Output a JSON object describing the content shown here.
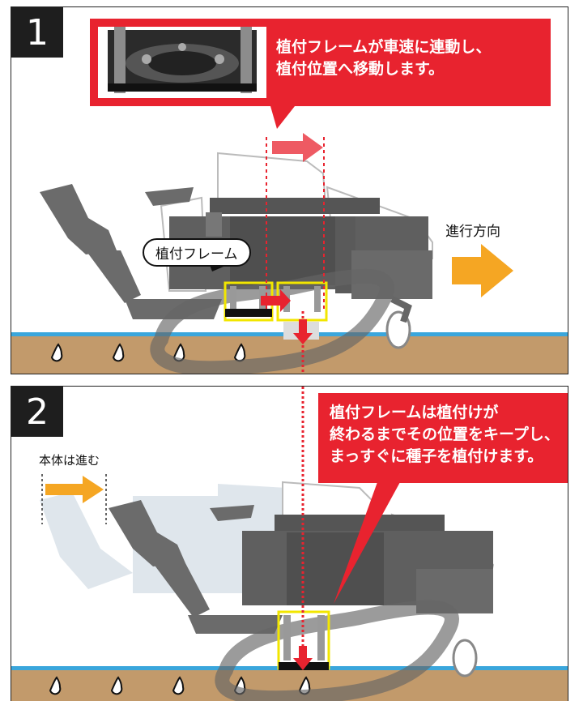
{
  "panel1": {
    "step_number": "1",
    "callout_line1": "植付フレームが車速に連動し、",
    "callout_line2": "植付位置へ移動します。",
    "frame_label": "植付フレーム",
    "direction_label": "進行方向"
  },
  "panel2": {
    "step_number": "2",
    "callout_line1": "植付フレームは植付けが",
    "callout_line2": "終わるまでその位置をキープし、",
    "callout_line3": "まっすぐに種子を植付けます。",
    "body_label": "本体は進む"
  },
  "colors": {
    "callout_red": "#e8232f",
    "arrow_orange": "#f5a623",
    "soil": "#c29a6b",
    "water": "#3aa6dc",
    "machine_gray": "#5f5f5f",
    "frame_yellow": "#f2e600"
  }
}
